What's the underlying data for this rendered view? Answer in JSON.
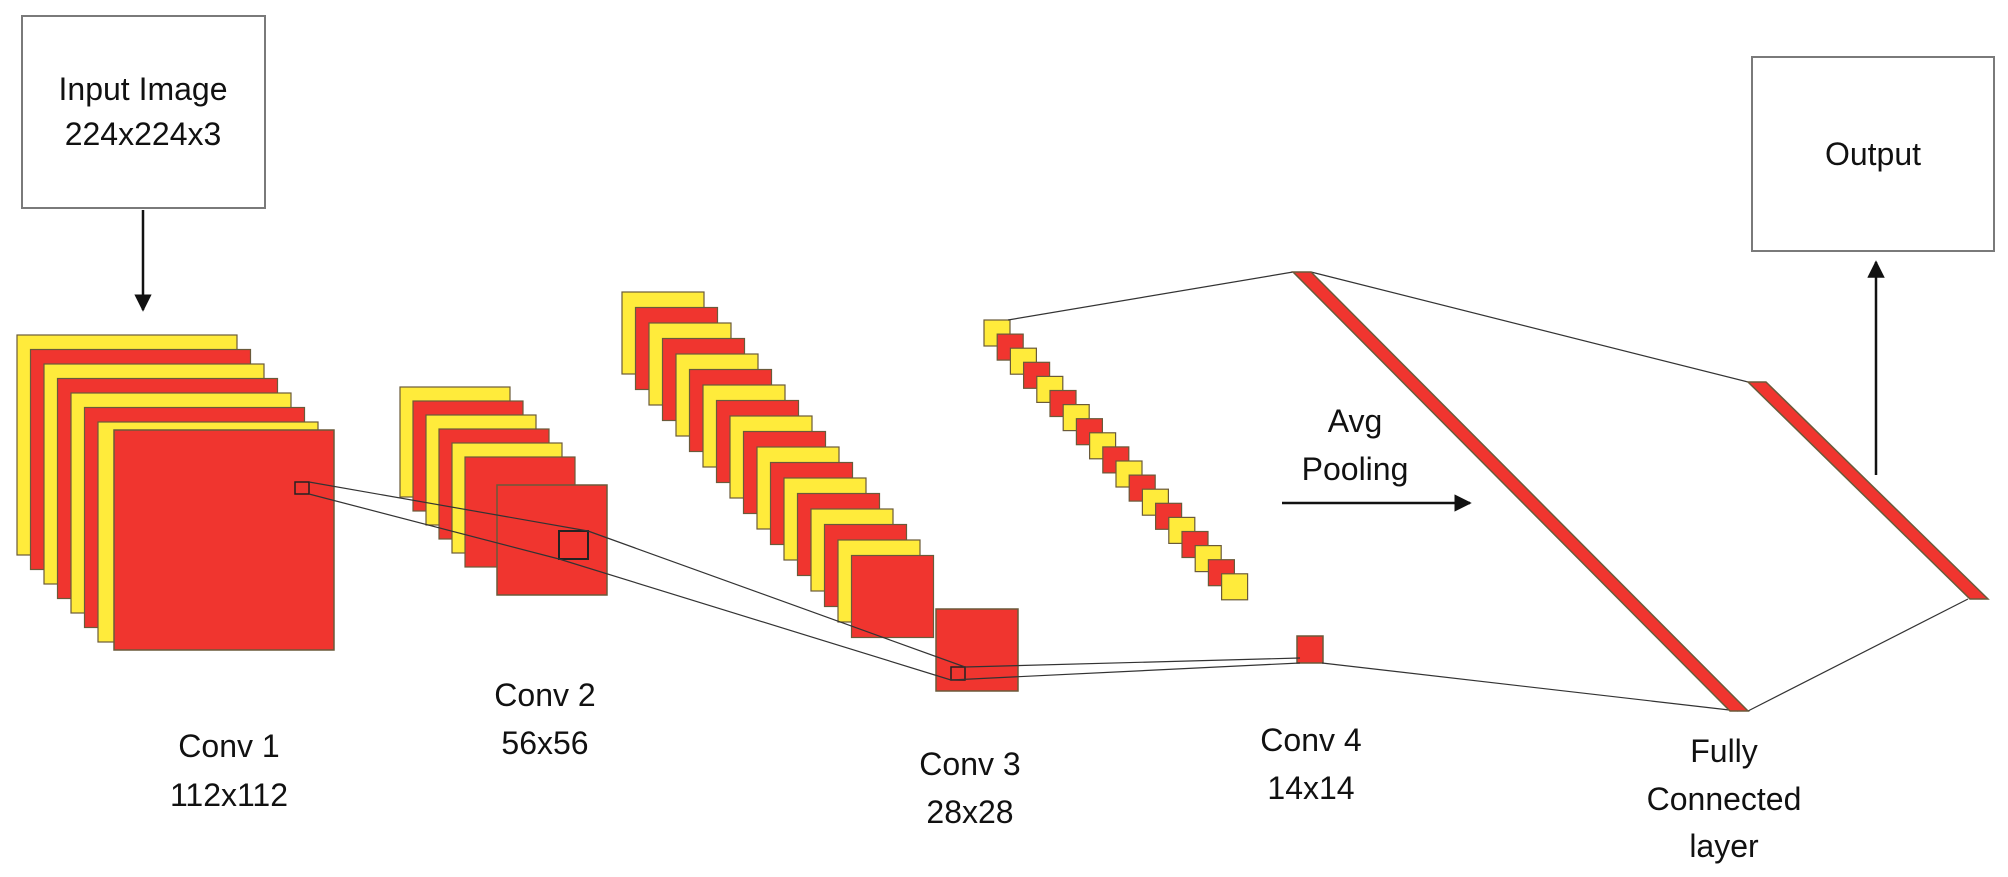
{
  "colors": {
    "yellow": "#FFEB3B",
    "red": "#F0352F",
    "stroke": "#6a5a3a",
    "box_stroke": "#7a7a7a",
    "line": "#333333"
  },
  "nodes": {
    "input": {
      "line1": "Input Image",
      "line2": "224x224x3"
    },
    "output": {
      "label": "Output"
    },
    "conv1": {
      "line1": "Conv 1",
      "line2": "112x112"
    },
    "conv2": {
      "line1": "Conv 2",
      "line2": "56x56"
    },
    "conv3": {
      "line1": "Conv 3",
      "line2": "28x28"
    },
    "conv4": {
      "line1": "Conv 4",
      "line2": "14x14"
    },
    "pool": {
      "line1": "Avg",
      "line2": "Pooling"
    },
    "fc": {
      "line1": "Fully",
      "line2": "Connected",
      "line3": "layer"
    }
  }
}
